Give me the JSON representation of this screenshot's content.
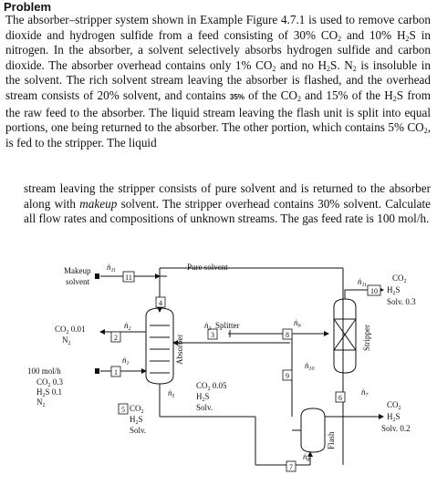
{
  "heading": "Problem",
  "paragraph1": [
    "The absorber–stripper system shown in Example Figure 4.7.1 is used to remove carbon dioxide and hydrogen sulfide from a feed consisting of 30% CO",
    "2",
    " and 10% H",
    "2",
    "S in nitrogen. In the absorber, a solvent selectively absorbs hydrogen sulfide and carbon dioxide. The absorber overhead contains only 1% CO",
    "2",
    " and no H",
    "2",
    "S. N",
    "2",
    " is insoluble in the solvent. The rich solvent stream leaving the absorber is flashed, and the overhead stream consists of 20% solvent, and contains ",
    "35%",
    " of the CO",
    "2",
    " and 15% of the H",
    "2",
    "S from the raw feed to the absorber. The liquid stream leaving the flash unit is split into equal portions, one being returned to the absorber. The other portion, which contains 5% CO",
    "2",
    ", is fed to the stripper. The liquid"
  ],
  "paragraph2": [
    "stream leaving the stripper consists of pure solvent and is returned to the absorber along with ",
    "makeup",
    " solvent. The stripper overhead contains 30% solvent. Calculate all flow rates and compositions of unknown streams. The gas feed rate is 100 mol/h."
  ],
  "diagram": {
    "units": {
      "absorber": "Absorber",
      "stripper": "Stripper",
      "flash": "Flash",
      "splitter": "Splitter"
    },
    "makeup_label": [
      "Makeup",
      "solvent"
    ],
    "pure_solvent": "Pure solvent",
    "stream_numbers": [
      "1",
      "2",
      "3",
      "4",
      "5",
      "6",
      "7",
      "8",
      "9",
      "10",
      "11"
    ],
    "flow_symbols": [
      "ṅ",
      "1",
      "2",
      "3",
      "5",
      "6",
      "7",
      "8",
      "9",
      "10",
      "11"
    ],
    "top_left_gas": [
      "CO",
      "2",
      " 0.01",
      "N",
      "2"
    ],
    "feed_gas": [
      "100 mol/h",
      "CO",
      "2",
      " 0.3",
      "H",
      "2",
      "S 0.1",
      "N",
      "2"
    ],
    "stream5_comp": [
      "CO",
      "2",
      "H",
      "2",
      "S",
      "Solv."
    ],
    "stream3_comp": [
      "CO",
      "2",
      " 0.05",
      "H",
      "2",
      "S",
      "Solv."
    ],
    "stream10_comp": [
      "CO",
      "2",
      "H",
      "2",
      "S",
      "Solv. 0.3"
    ],
    "stream6_comp": [
      "CO",
      "2",
      "H",
      "2",
      "S",
      "Solv. 0.2"
    ]
  }
}
